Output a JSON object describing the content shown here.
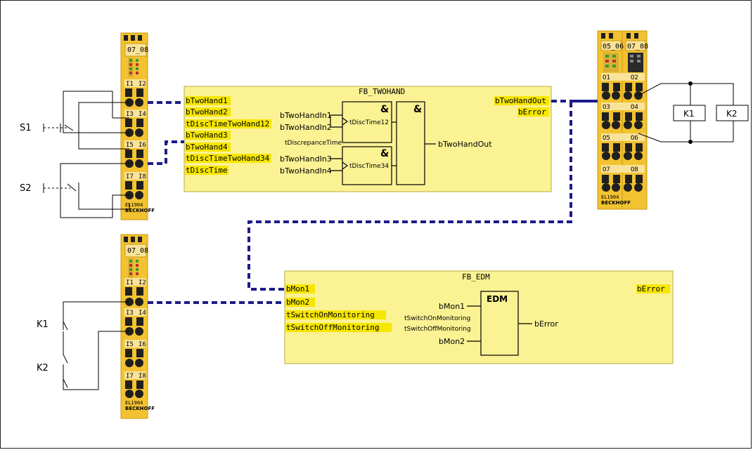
{
  "fb_twohand": {
    "title": "FB_TWOHAND",
    "inputs": [
      "bTwoHand1",
      "bTwoHand2",
      "tDiscTimeTwoHand12",
      "bTwoHand3",
      "bTwoHand4",
      "tDiscTimeTwoHand34",
      "tDiscTime"
    ],
    "outputs": [
      "bTwoHandOut",
      "bError"
    ],
    "inner": {
      "and1_in1": "bTwoHandIn1",
      "and1_in2": "bTwoHandIn2",
      "and1_time": "tDiscTime12",
      "disc_label": "tDiscrepanceTime",
      "and2_in1": "bTwoHandIn3",
      "and2_in2": "bTwoHandIn4",
      "and2_time": "tDiscTime34",
      "and_symbol": "&",
      "out_label": "bTwoHandOut"
    }
  },
  "fb_edm": {
    "title": "FB_EDM",
    "inputs": [
      "bMon1",
      "bMon2",
      "tSwitchOnMonitoring",
      "tSwitchOffMonitoring"
    ],
    "outputs": [
      "bError"
    ],
    "inner": {
      "block_label": "EDM",
      "in1": "bMon1",
      "in2": "tSwitchOnMonitoring",
      "in3": "tSwitchOffMonitoring",
      "in4": "bMon2",
      "out": "bError"
    }
  },
  "terminals": {
    "left_top": {
      "header": "07_08",
      "rows": [
        "I1",
        "I2",
        "I3",
        "I4",
        "I5",
        "I6",
        "I7",
        "I8"
      ],
      "model": "EL1904",
      "brand": "BECKHOFF"
    },
    "left_bottom": {
      "header": "07_08",
      "rows": [
        "I1",
        "I2",
        "I3",
        "I4",
        "I5",
        "I6",
        "I7",
        "I8"
      ],
      "model": "EL1904",
      "brand": "BECKHOFF"
    },
    "right": {
      "header_a": "05_06",
      "header_b": "07_08",
      "rows": [
        "O1",
        "O2",
        "O3",
        "O4",
        "O5",
        "O6",
        "O7",
        "O8"
      ],
      "model": "EL1904",
      "brand": "BECKHOFF"
    }
  },
  "devices": {
    "switch1": "S1",
    "switch2": "S2",
    "relay1": "K1",
    "relay2": "K2",
    "contact1": "K1",
    "contact2": "K2"
  },
  "colors": {
    "terminal": "#f2c230",
    "fb_fill": "#fbf294",
    "highlight": "#f6e600",
    "wire": "#1c1c8a"
  }
}
